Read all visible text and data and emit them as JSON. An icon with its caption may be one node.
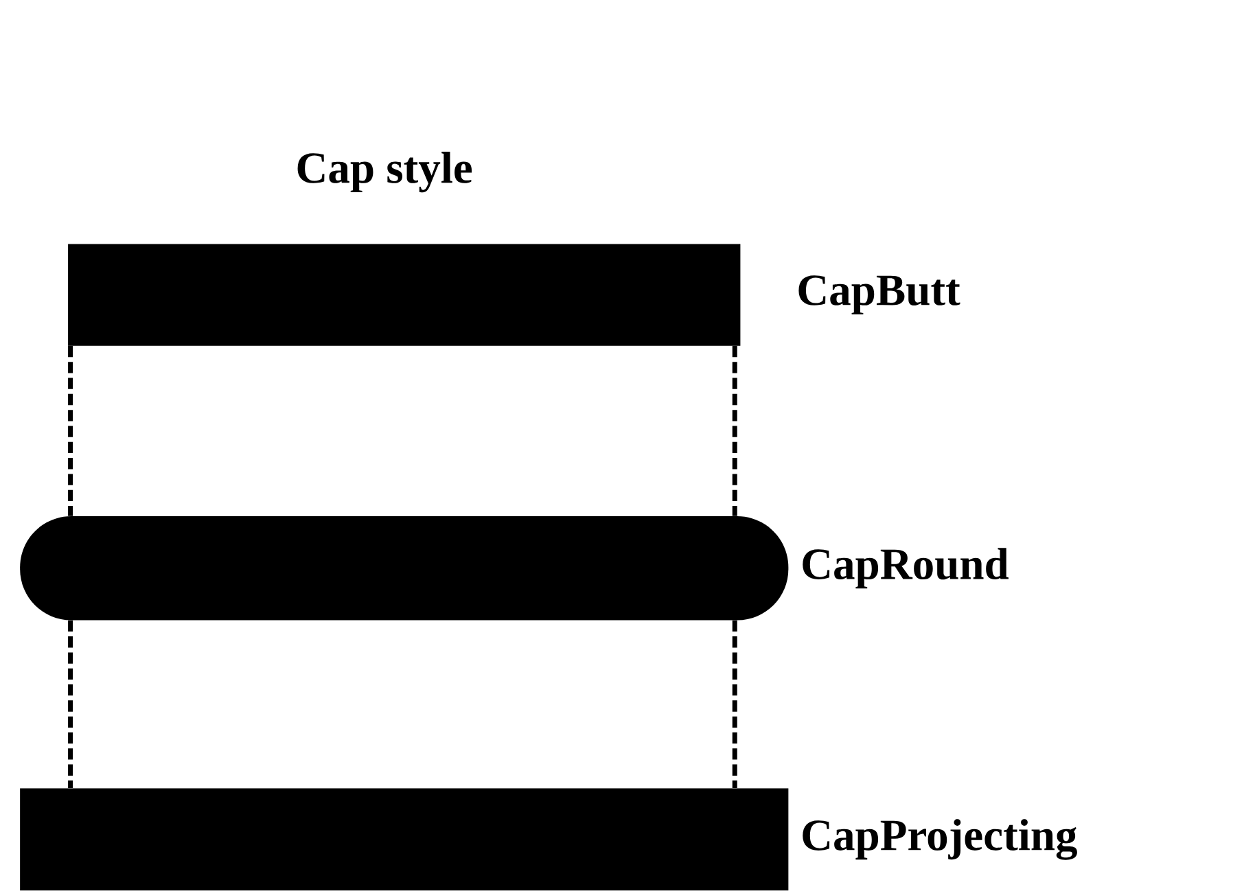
{
  "diagram": {
    "title": "Cap style",
    "nodes": [
      {
        "text": [],
        "shape": "bar",
        "beside": [
          "CapButt"
        ]
      },
      {
        "text": [],
        "shape": "bar",
        "beside": [
          "CapRound"
        ]
      },
      {
        "text": [],
        "shape": "bar",
        "beside": [
          "CapProjecting"
        ]
      }
    ],
    "edges": [
      {
        "from": 0,
        "to": 1,
        "arrow": "none",
        "style": "dashed"
      },
      {
        "from": 0,
        "to": 1,
        "arrow": "none",
        "style": "dashed"
      },
      {
        "from": 1,
        "to": 2,
        "arrow": "none",
        "style": "dashed"
      },
      {
        "from": 1,
        "to": 2,
        "arrow": "none",
        "style": "dashed"
      }
    ]
  }
}
